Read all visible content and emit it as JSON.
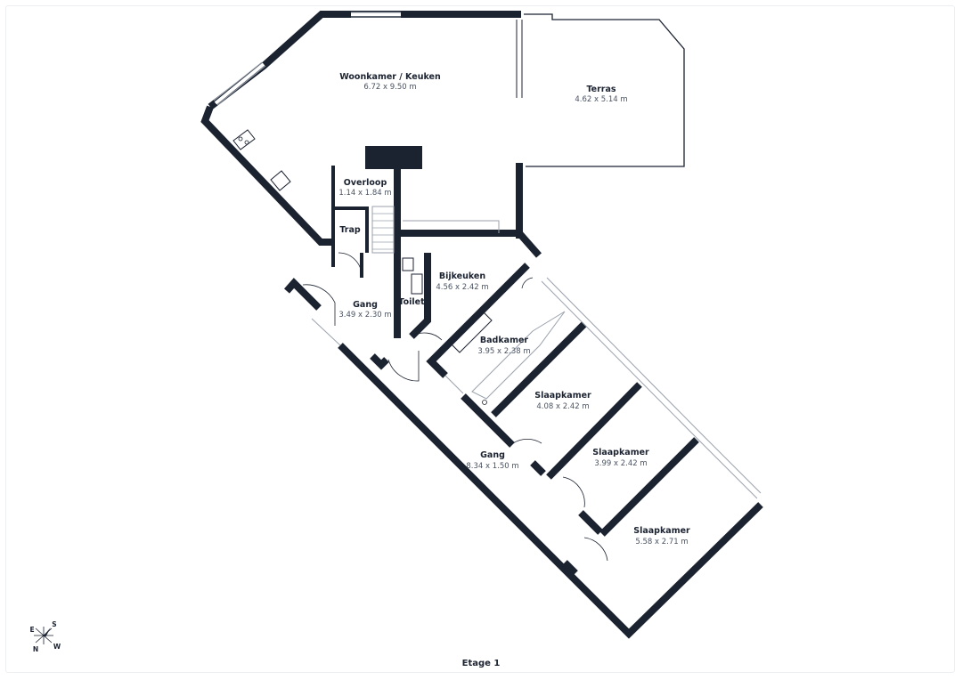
{
  "colors": {
    "wall": "#1b2230",
    "line": "#1b2230",
    "light": "#9aa2ad",
    "bg": "#ffffff"
  },
  "rooms": [
    {
      "name": "Woonkamer / Keuken",
      "dim": "6.72 x 9.50 m"
    },
    {
      "name": "Terras",
      "dim": "4.62 x 5.14 m"
    },
    {
      "name": "Overloop",
      "dim": "1.14 x 1.84 m"
    },
    {
      "name": "Trap",
      "dim": ""
    },
    {
      "name": "Gang",
      "dim": "3.49 x 2.30 m"
    },
    {
      "name": "Toilet",
      "dim": ""
    },
    {
      "name": "Bijkeuken",
      "dim": "4.56 x 2.42 m"
    },
    {
      "name": "Badkamer",
      "dim": "3.95 x 2.38 m"
    },
    {
      "name": "Slaapkamer",
      "dim": "4.08 x 2.42 m"
    },
    {
      "name": "Gang",
      "dim": "8.34 x 1.50 m"
    },
    {
      "name": "Slaapkamer",
      "dim": "3.99 x 2.42 m"
    },
    {
      "name": "Slaapkamer",
      "dim": "5.58 x 2.71 m"
    }
  ],
  "compass": {
    "e": "E",
    "s": "S",
    "n": "N",
    "w": "W"
  },
  "floor": {
    "title": "Etage 1"
  }
}
